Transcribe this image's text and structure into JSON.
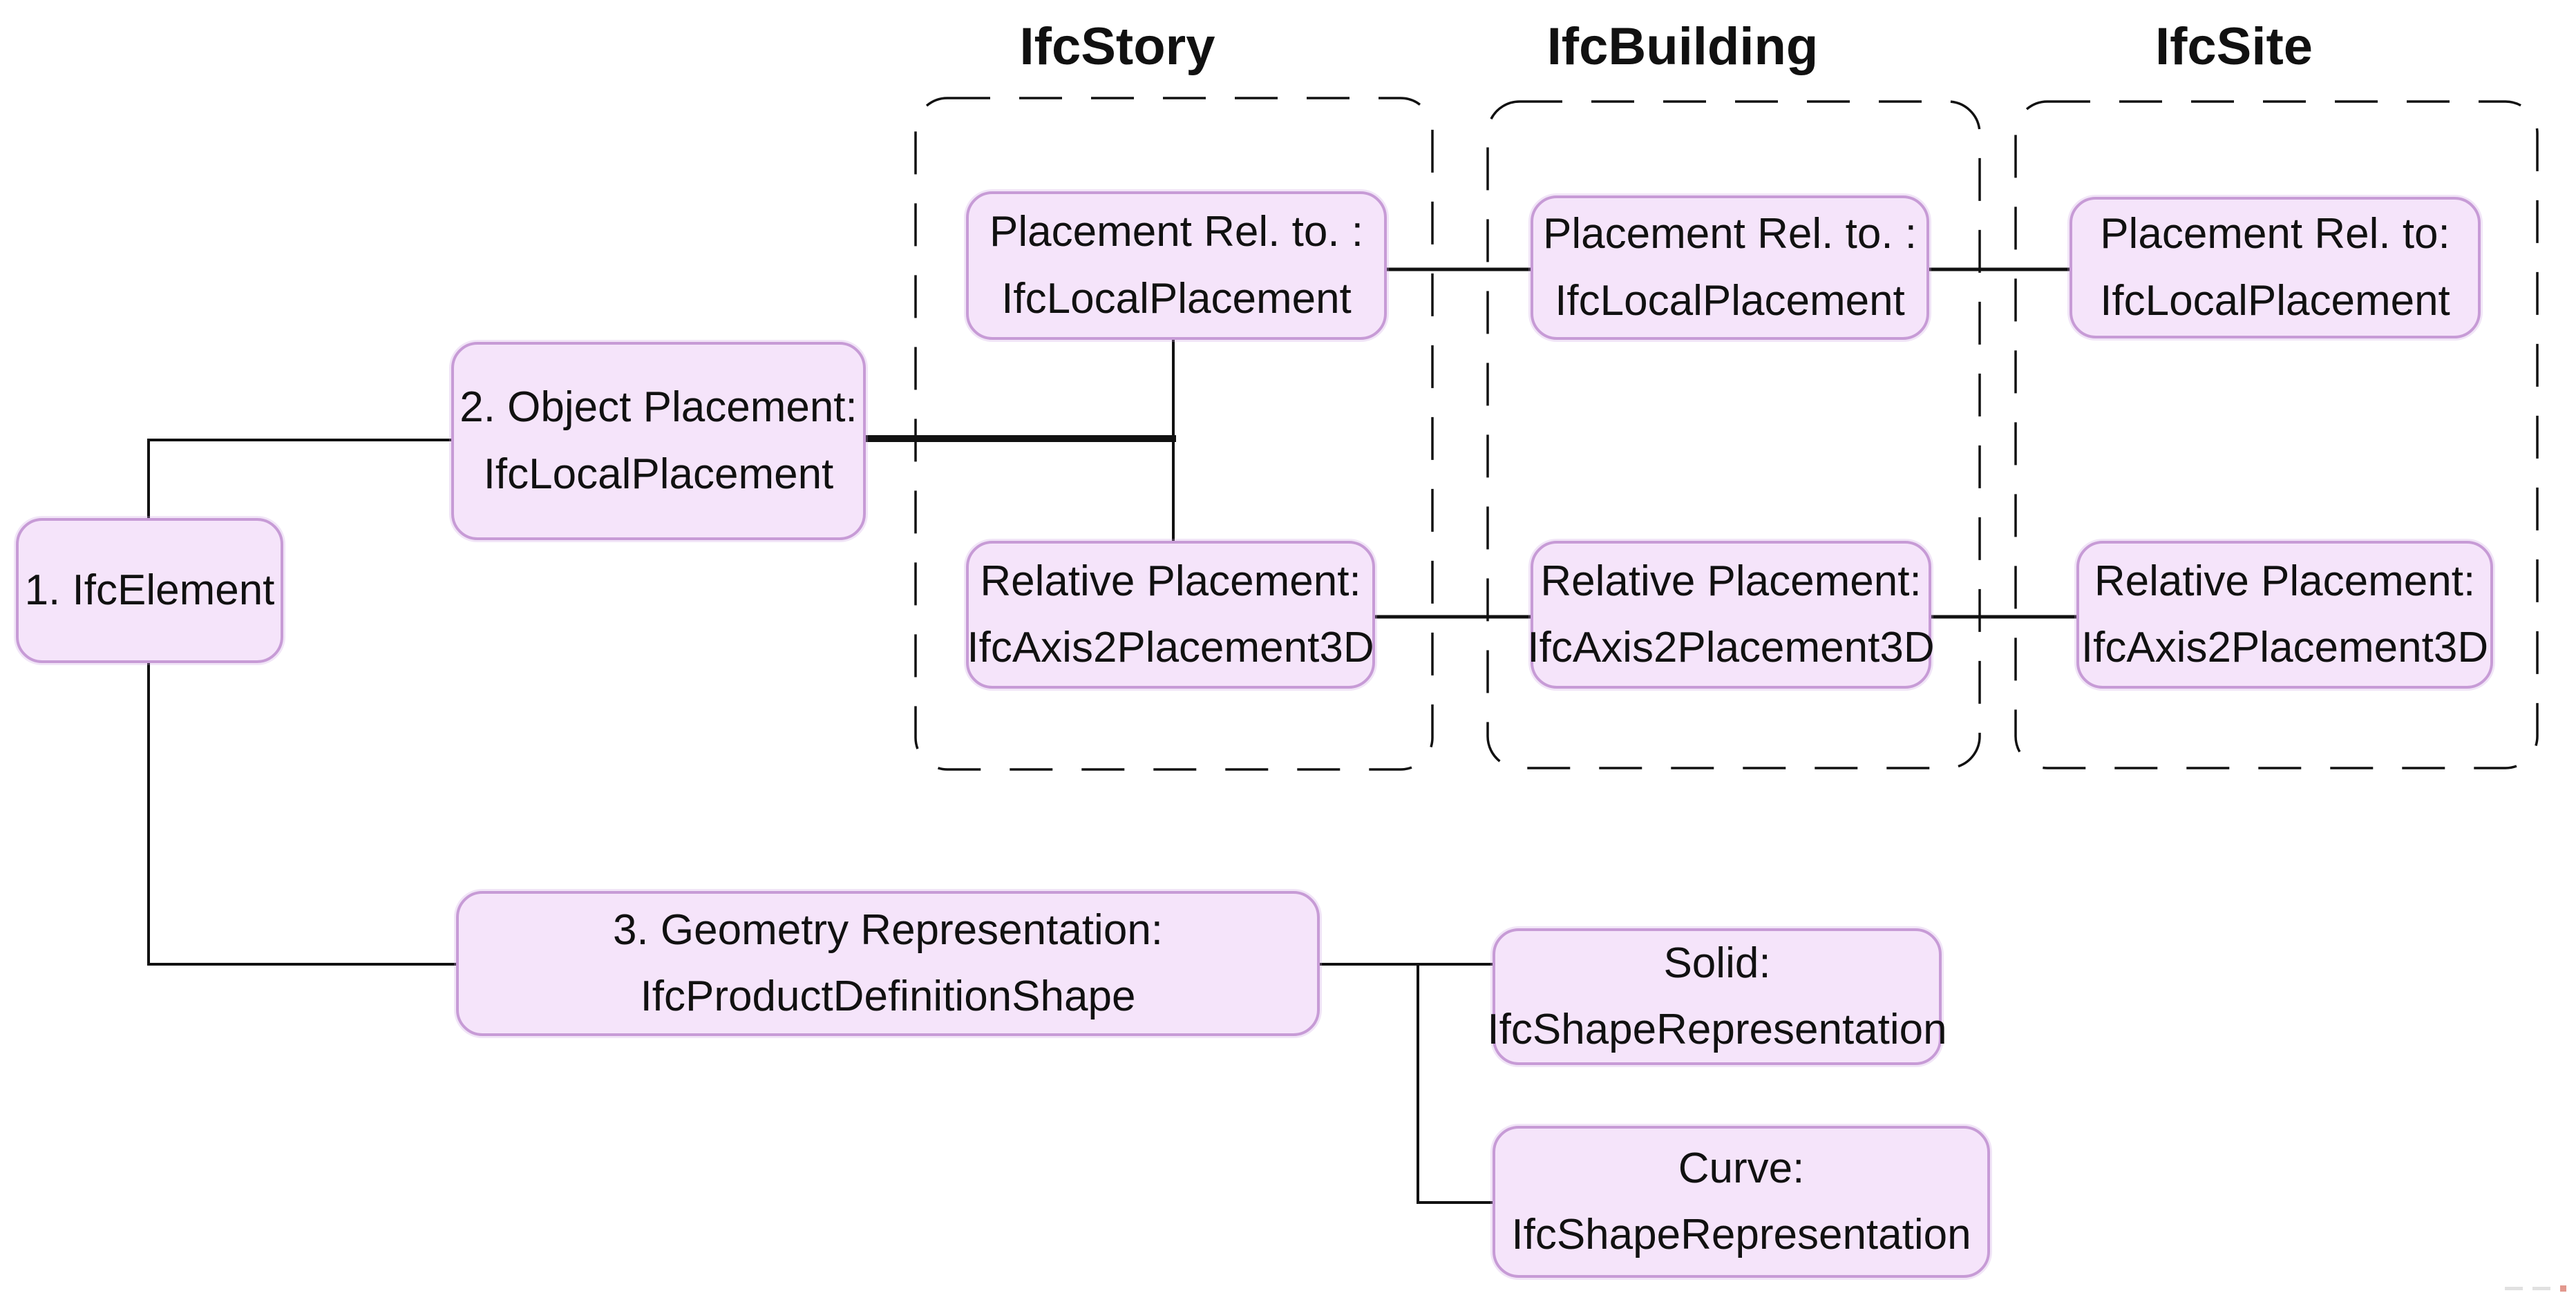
{
  "headers": {
    "story": "IfcStory",
    "building": "IfcBuilding",
    "site": "IfcSite"
  },
  "nodes": {
    "element": {
      "line1": "1. IfcElement"
    },
    "object_placement": {
      "line1": "2. Object Placement:",
      "line2": "IfcLocalPlacement"
    },
    "geometry": {
      "line1": "3. Geometry Representation:",
      "line2": "IfcProductDefinitionShape"
    },
    "story_placement": {
      "line1": "Placement Rel. to. :",
      "line2": "IfcLocalPlacement"
    },
    "story_relative": {
      "line1": "Relative Placement:",
      "line2": "IfcAxis2Placement3D"
    },
    "building_placement": {
      "line1": "Placement Rel. to. :",
      "line2": "IfcLocalPlacement"
    },
    "building_relative": {
      "line1": "Relative Placement:",
      "line2": "IfcAxis2Placement3D"
    },
    "site_placement": {
      "line1": "Placement Rel. to:",
      "line2": "IfcLocalPlacement"
    },
    "site_relative": {
      "line1": "Relative Placement:",
      "line2": "IfcAxis2Placement3D"
    },
    "solid": {
      "line1": "Solid:",
      "line2": "IfcShapeRepresentation"
    },
    "curve": {
      "line1": "Curve:",
      "line2": "IfcShapeRepresentation"
    }
  },
  "colors": {
    "node_fill": "#f5e4fa",
    "node_border": "#c79bd6",
    "connector": "#111111",
    "group_border": "#111111",
    "text": "#111111"
  }
}
